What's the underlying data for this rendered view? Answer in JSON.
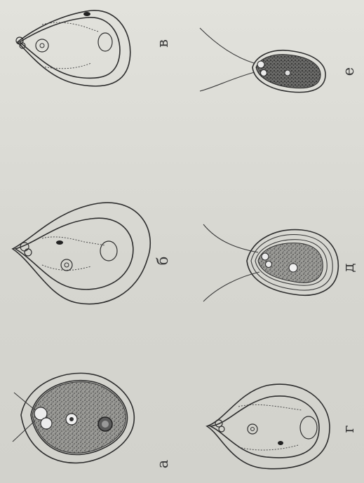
{
  "figure": {
    "panels": [
      {
        "id": "a",
        "label": "а"
      },
      {
        "id": "b",
        "label": "б"
      },
      {
        "id": "v",
        "label": "в"
      },
      {
        "id": "g",
        "label": "г"
      },
      {
        "id": "d",
        "label": "д"
      },
      {
        "id": "e",
        "label": "е"
      }
    ]
  }
}
